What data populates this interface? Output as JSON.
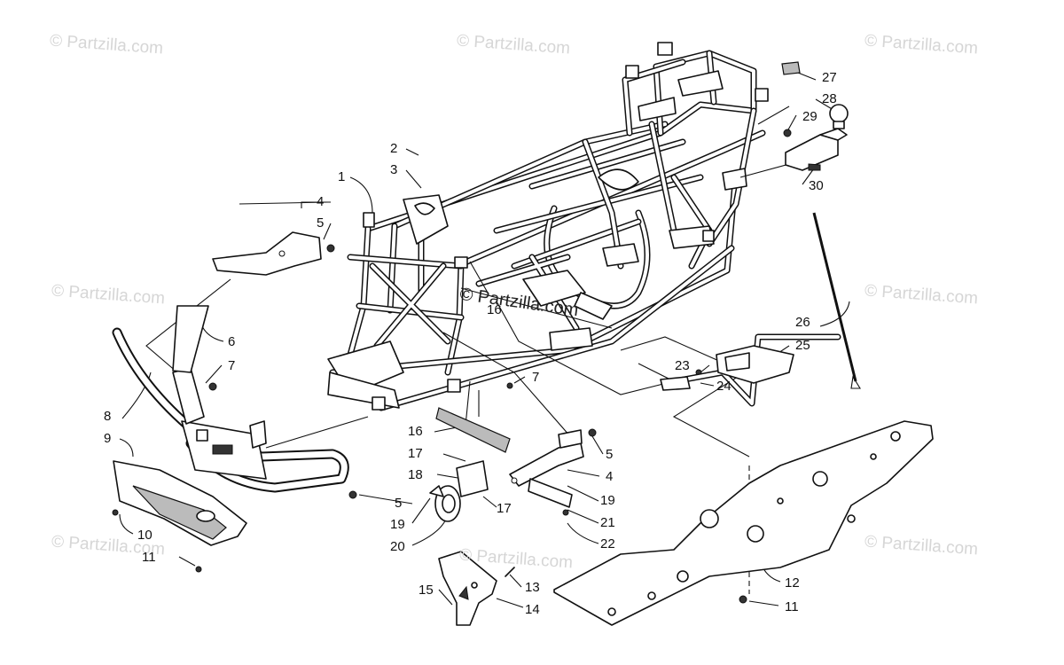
{
  "watermarks": [
    {
      "text": "© Partzilla.com"
    },
    {
      "text": "© Partzilla.com"
    },
    {
      "text": "© Partzilla.com"
    },
    {
      "text": "© Partzilla.com"
    },
    {
      "text": "© Partzilla.com"
    },
    {
      "text": "© Partzilla.com"
    },
    {
      "text": "© Partzilla.com"
    },
    {
      "text": "© Partzilla.com"
    },
    {
      "text": "© Partzilla.com"
    }
  ],
  "callouts": {
    "c1": "1",
    "c2": "2",
    "c3": "3",
    "c4a": "4",
    "c5a": "5",
    "c6": "6",
    "c7a": "7",
    "c8": "8",
    "c9": "9",
    "c10": "10",
    "c11a": "11",
    "c16a": "16",
    "c7b": "7",
    "c16b": "16",
    "c17a": "17",
    "c18": "18",
    "c5b": "5",
    "c19a": "19",
    "c20": "20",
    "c17b": "17",
    "c5c": "5",
    "c4b": "4",
    "c19b": "19",
    "c21": "21",
    "c22": "22",
    "c23": "23",
    "c24": "24",
    "c25": "25",
    "c26": "26",
    "c27": "27",
    "c28": "28",
    "c29": "29",
    "c30": "30",
    "c12": "12",
    "c11b": "11",
    "c13": "13",
    "c14": "14",
    "c15": "15"
  }
}
